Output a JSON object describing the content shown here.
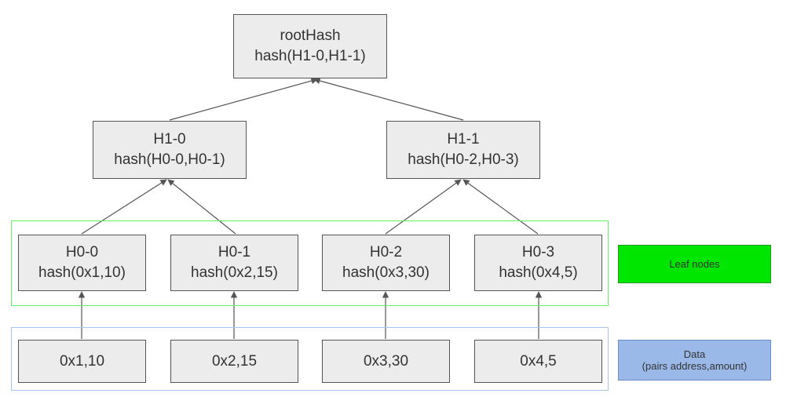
{
  "root": {
    "title": "rootHash",
    "formula": "hash(H1-0,H1-1)"
  },
  "level1": [
    {
      "title": "H1-0",
      "formula": "hash(H0-0,H0-1)"
    },
    {
      "title": "H1-1",
      "formula": "hash(H0-2,H0-3)"
    }
  ],
  "leaves": [
    {
      "title": "H0-0",
      "formula": "hash(0x1,10)"
    },
    {
      "title": "H0-1",
      "formula": "hash(0x2,15)"
    },
    {
      "title": "H0-2",
      "formula": "hash(0x3,30)"
    },
    {
      "title": "H0-3",
      "formula": "hash(0x4,5)"
    }
  ],
  "data": [
    "0x1,10",
    "0x2,15",
    "0x3,30",
    "0x4,5"
  ],
  "legend": {
    "leaf": {
      "label": "Leaf nodes",
      "color": "#00e600"
    },
    "data": {
      "label": "Data",
      "sublabel": "(pairs address,amount)",
      "color": "#9ab8e8"
    }
  },
  "colors": {
    "node_fill": "#ececec",
    "node_border": "#555555",
    "leaf_group_border": "#66ee66",
    "data_group_border": "#a9c4ee",
    "arrow": "#555555"
  }
}
